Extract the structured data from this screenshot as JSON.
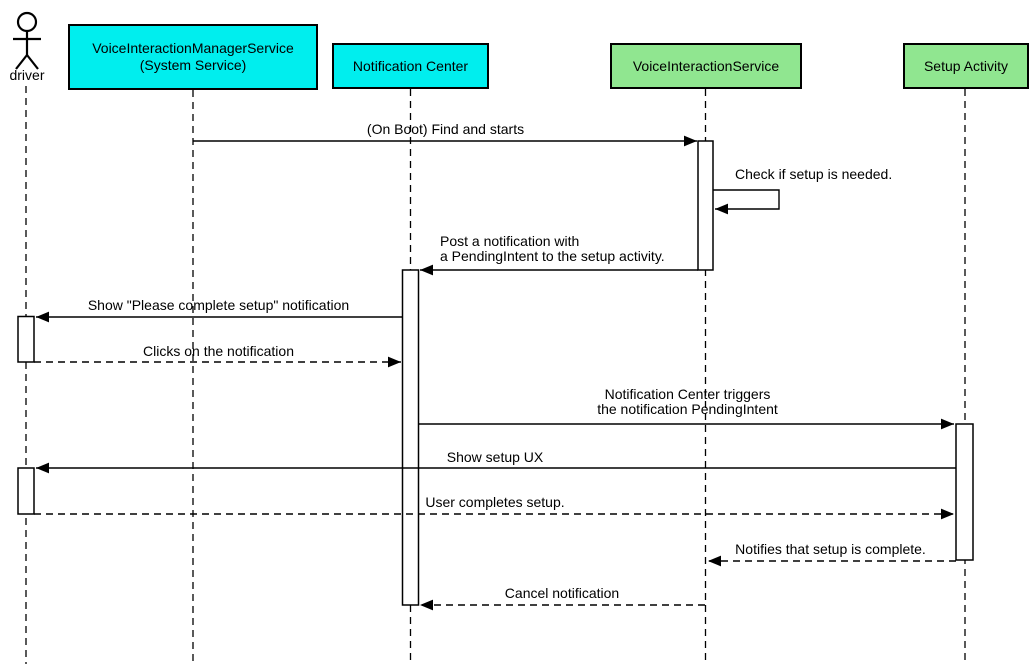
{
  "diagram": {
    "type": "uml-sequence-diagram",
    "background_color": "#ffffff",
    "line_color": "#000000",
    "actor": {
      "label": "driver"
    },
    "participants": [
      {
        "label": "VoiceInteractionManagerService\n(System Service)",
        "fill": "#00eeee"
      },
      {
        "label": "Notification Center",
        "fill": "#00eeee"
      },
      {
        "label": "VoiceInteractionService",
        "fill": "#90e690"
      },
      {
        "label": "Setup Activity",
        "fill": "#90e690"
      }
    ],
    "messages": [
      {
        "label": "(On Boot) Find and starts",
        "from": "VoiceInteractionManagerService (System Service)",
        "to": "VoiceInteractionService",
        "line": "solid"
      },
      {
        "label": "Check if setup is needed.",
        "from": "VoiceInteractionService",
        "to": "VoiceInteractionService",
        "line": "solid",
        "self": true
      },
      {
        "label": "Post a notification with\na PendingIntent to the setup activity.",
        "from": "VoiceInteractionService",
        "to": "Notification Center",
        "line": "solid"
      },
      {
        "label": "Show \"Please complete setup\" notification",
        "from": "Notification Center",
        "to": "driver",
        "line": "solid"
      },
      {
        "label": "Clicks on the notification",
        "from": "driver",
        "to": "Notification Center",
        "line": "dashed"
      },
      {
        "label": "Notification Center triggers\nthe notification PendingIntent",
        "from": "Notification Center",
        "to": "Setup Activity",
        "line": "solid"
      },
      {
        "label": "Show setup UX",
        "from": "Setup Activity",
        "to": "driver",
        "line": "solid"
      },
      {
        "label": "User completes setup.",
        "from": "driver",
        "to": "Setup Activity",
        "line": "dashed"
      },
      {
        "label": "Notifies that setup is complete.",
        "from": "Setup Activity",
        "to": "VoiceInteractionService",
        "line": "dashed"
      },
      {
        "label": "Cancel notification",
        "from": "VoiceInteractionService",
        "to": "Notification Center",
        "line": "dashed"
      }
    ]
  }
}
